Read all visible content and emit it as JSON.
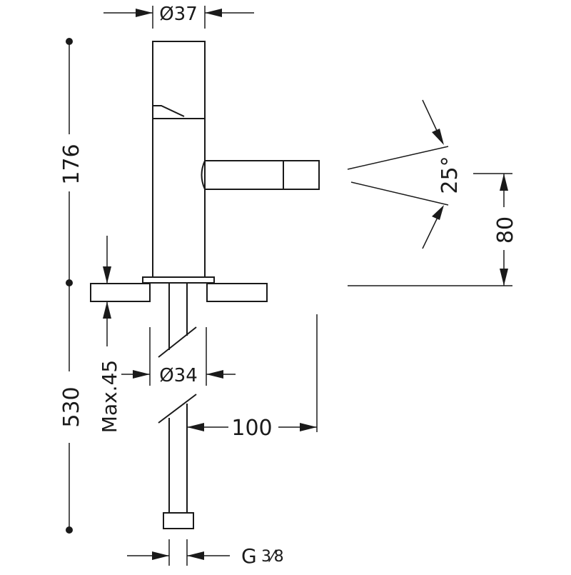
{
  "drawing": {
    "type": "technical dimension drawing",
    "subject": "bidet mixer faucet",
    "color": "#1a1a1a",
    "dimensions": {
      "spout_diameter": "Ø37",
      "total_height": "176",
      "flexible_length": "530",
      "max_thickness": "Max.45",
      "hole_diameter": "Ø34",
      "spray_angle": "25°",
      "spout_height": "80",
      "spout_reach": "100",
      "connection": "G",
      "connection_fraction": "3⁄8"
    }
  }
}
